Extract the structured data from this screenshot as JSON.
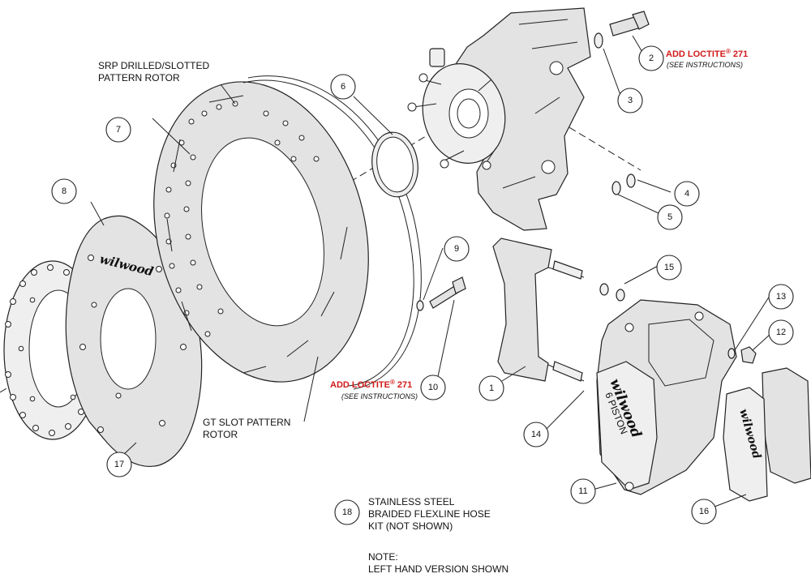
{
  "callouts": [
    {
      "num": "1"
    },
    {
      "num": "2"
    },
    {
      "num": "3"
    },
    {
      "num": "4"
    },
    {
      "num": "5"
    },
    {
      "num": "6"
    },
    {
      "num": "7"
    },
    {
      "num": "8"
    },
    {
      "num": "9"
    },
    {
      "num": "10"
    },
    {
      "num": "11"
    },
    {
      "num": "12"
    },
    {
      "num": "13"
    },
    {
      "num": "14"
    },
    {
      "num": "15"
    },
    {
      "num": "16"
    },
    {
      "num": "17"
    },
    {
      "num": "18"
    }
  ],
  "labels": {
    "srp_rotor": [
      "SRP DRILLED/SLOTTED",
      "PATTERN ROTOR"
    ],
    "gt_rotor": [
      "GT SLOT PATTERN",
      "ROTOR"
    ],
    "hose_kit": [
      "STAINLESS STEEL",
      "BRAIDED FLEXLINE HOSE",
      "KIT (NOT SHOWN)"
    ],
    "note": [
      "NOTE:",
      "LEFT HAND VERSION SHOWN"
    ]
  },
  "loctite_top": {
    "text": "ADD LOCTITE",
    "reg": "®",
    "num": " 271",
    "sub": "(SEE INSTRUCTIONS)"
  },
  "loctite_bottom": {
    "text": "ADD LOCTITE",
    "reg": "®",
    "num": " 271",
    "sub": "(SEE INSTRUCTIONS)"
  },
  "logos": {
    "hat": "wilwood",
    "caliper": "wilwood",
    "pad": "wilwood",
    "piston_text": "6 PISTON"
  },
  "colors": {
    "warning": "#d11a1a",
    "part_fill": "#e3e3e3"
  }
}
